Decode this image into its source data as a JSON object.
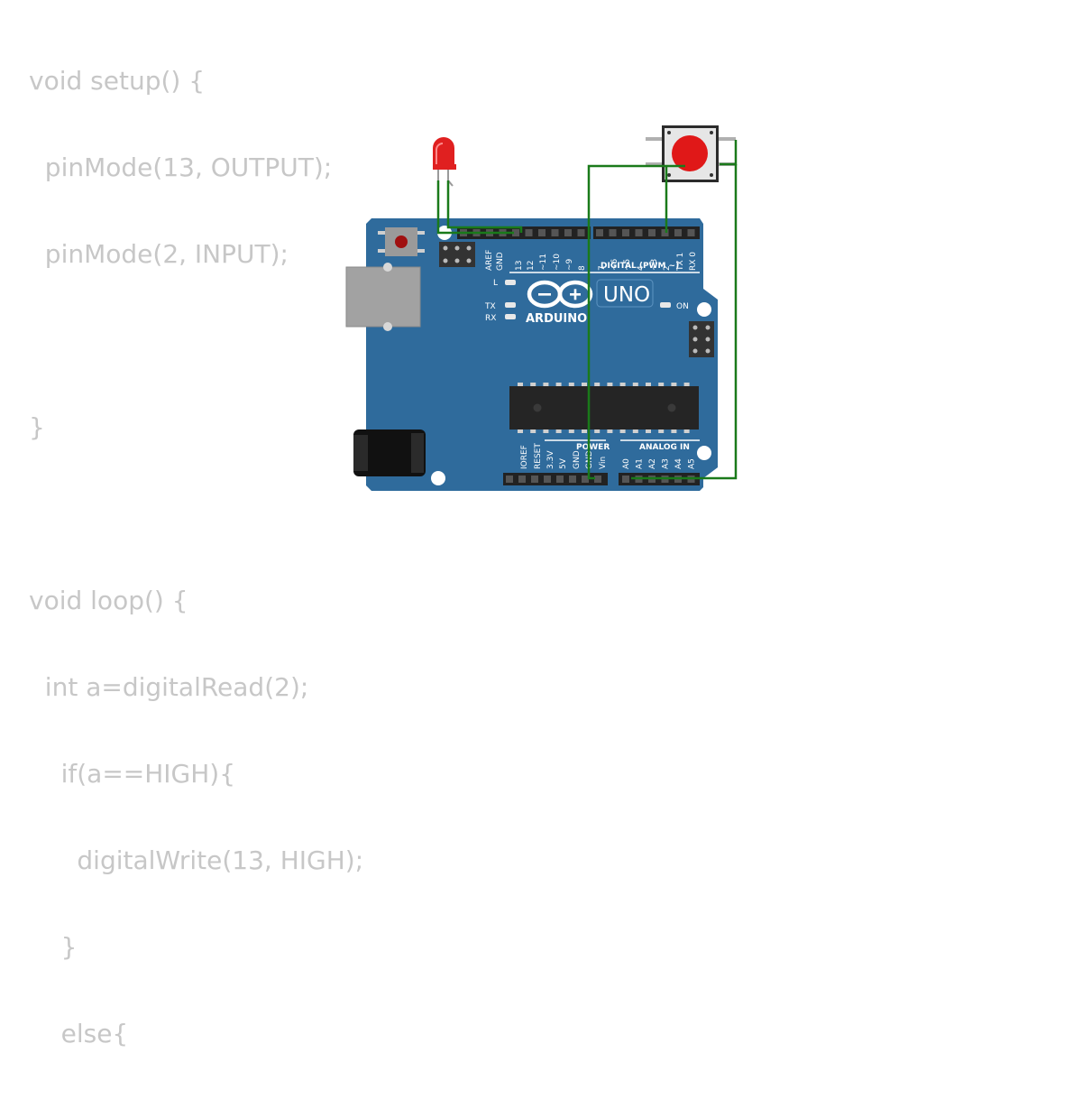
{
  "code_lines": [
    "void setup() {",
    "  pinMode(13, OUTPUT);",
    "  pinMode(2, INPUT);",
    "",
    "}",
    "",
    "void loop() {",
    "  int a=digitalRead(2);",
    "    if(a==HIGH){",
    "      digitalWrite(13, HIGH);",
    "    }",
    "    else{"
  ],
  "board": {
    "brand": "ARDUINO",
    "model": "UNO",
    "header_digital": "DIGITAL (PWM ~)",
    "header_power": "POWER",
    "header_analog": "ANALOG IN",
    "led_l": "L",
    "led_tx": "TX",
    "led_rx": "RX",
    "led_on": "ON",
    "digital_pins": [
      "AREF",
      "GND",
      "13",
      "12",
      "~11",
      "~10",
      "~9",
      "8",
      "7",
      "~6",
      "~5",
      "4",
      "~3",
      "2",
      "TX 1",
      "RX 0"
    ],
    "power_pins": [
      "IOREF",
      "RESET",
      "3.3V",
      "5V",
      "GND",
      "GND",
      "Vin"
    ],
    "analog_pins": [
      "A0",
      "A1",
      "A2",
      "A3",
      "A4",
      "A5"
    ]
  },
  "components": {
    "led_color": "#e02020",
    "button_color": "#e01818",
    "wire_color": "#1a7a1a",
    "board_color": "#2f6b9c"
  }
}
